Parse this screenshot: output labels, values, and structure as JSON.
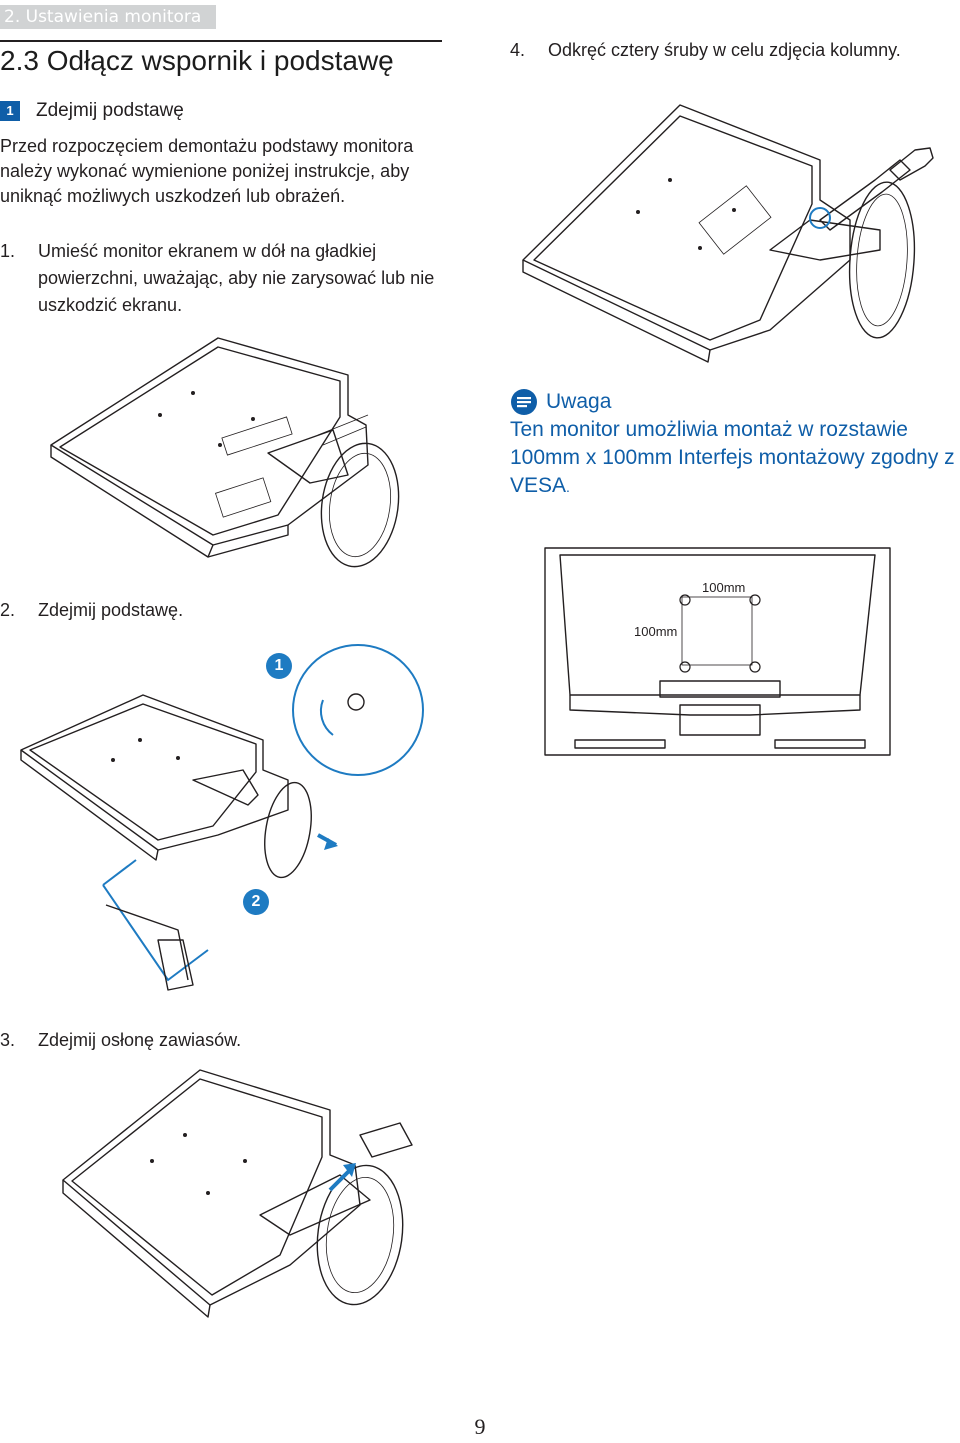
{
  "header": {
    "section_tab": "2. Ustawienia monitora"
  },
  "section": {
    "title": "2.3 Odłącz wspornik i podstawę"
  },
  "subsection": {
    "badge": "1",
    "title": "Zdejmij podstawę"
  },
  "intro": "Przed rozpoczęciem demontażu podstawy monitora należy wykonać wymienione poniżej instrukcje, aby uniknąć możliwych uszkodzeń lub obrażeń.",
  "steps": [
    {
      "num": "1.",
      "text": "Umieść monitor ekranem w dół na gładkiej powierzchni, uważając, aby nie zarysować lub nie uszkodzić ekranu."
    },
    {
      "num": "2.",
      "text": "Zdejmij podstawę."
    },
    {
      "num": "3.",
      "text": "Zdejmij osłonę zawiasów."
    },
    {
      "num": "4.",
      "text": "Odkręć cztery śruby w celu zdjęcia kolumny."
    }
  ],
  "note": {
    "title": "Uwaga",
    "body": "Ten monitor umożliwia montaż w rozstawie 100mm x 100mm Interfejs montażowy zgodny z VESA",
    "period": "."
  },
  "diagram_labels": {
    "vesa_h": "100mm",
    "vesa_v": "100mm",
    "step_1": "1",
    "step_2": "2"
  },
  "footer": {
    "page_number": "9"
  },
  "colors": {
    "accent_blue": "#0f5ea8",
    "tab_gray": "#d1d3d4",
    "callout_blue": "#1e7bc2"
  }
}
